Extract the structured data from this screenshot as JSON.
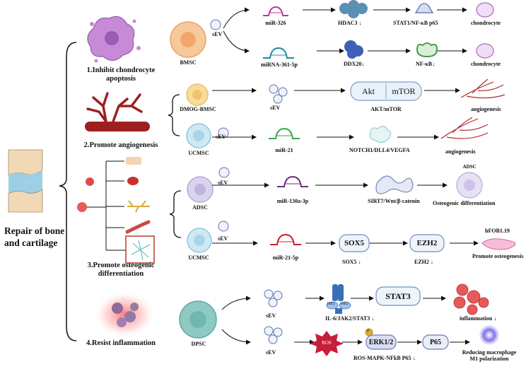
{
  "main_title": "Repair of bone and cartilage",
  "sections": {
    "s1": "1.Inhibit chondrocyte apoptosis",
    "s2": "2.Promote angiogenesis",
    "s3a": "3.Promote osteogenic",
    "s3b": "differentiation",
    "s4": "4.Resist inflammation"
  },
  "cells": {
    "bmsc": "BMSC",
    "dmog": "DMOG-BMSC",
    "ucmsc1": "UCMSC",
    "adsc": "ADSC",
    "ucmsc2": "UCMSC",
    "dpsc": "DPSC"
  },
  "sev": "sEV",
  "rows": {
    "r1": {
      "mirna": "miR-326",
      "target": "HDAC3",
      "arrow": "↓",
      "path": "STAT1/NF-κB p65",
      "outcome": "chondrocyte"
    },
    "r2": {
      "mirna": "miRNA-361-5p",
      "target": "DDX20",
      "arrow": "↓",
      "path": "NF-κB",
      "outcome": "chondrocyte"
    },
    "r3": {
      "box1": "Akt",
      "box2": "mTOR",
      "path": "AKT/mTOR",
      "outcome": "angiogenesis"
    },
    "r4": {
      "mirna": "miR-21",
      "path": "NOTCH1/DLL4/VEGFA",
      "outcome": "angiogenesis"
    },
    "r5": {
      "mirna": "miR-130a-3p",
      "path": "SIRT7/Wnt/β-catenin",
      "cell": "ADSC",
      "outcome": "Osteogenic differentiation"
    },
    "r6": {
      "mirna": "miR-21-5p",
      "box1": "SOX5",
      "box2": "EZH2",
      "t1": "SOX5",
      "t2": "EZH2",
      "arrow": "↓",
      "cell": "hFOB1.19",
      "outcome": "Promote osteogenesis"
    },
    "r7": {
      "jak1": "JAK2",
      "jak2": "JAK2",
      "box": "STAT3",
      "path": "IL-6/JAK2/STAT3",
      "arrow": "↓",
      "outcome": "inflammation",
      "outcome_arrow": "↓"
    },
    "r8": {
      "ros": "ROS",
      "box1": "ERK1/2",
      "box2": "P65",
      "phos": "P",
      "path": "ROS-MAPK-NFkB P65",
      "arrow": "↓",
      "outcome1": "Reducing macrophage",
      "outcome2": "M1 polarization"
    }
  },
  "colors": {
    "bmsc": "#f6c99a",
    "msc_blue": "#cfe9f3",
    "adsc": "#d9d3ec",
    "dpsc": "#8fc9c4",
    "mirna_pink": "#c0369a",
    "mirna_teal": "#1a8fa0",
    "mirna_green": "#3aa64a",
    "mirna_purple": "#6b2f7a",
    "mirna_red": "#c8232b",
    "hdac": "#5b8fb3",
    "ddx": "#3f5fb8",
    "vessel": "#b02a2a",
    "ros": "#c81e3a"
  }
}
